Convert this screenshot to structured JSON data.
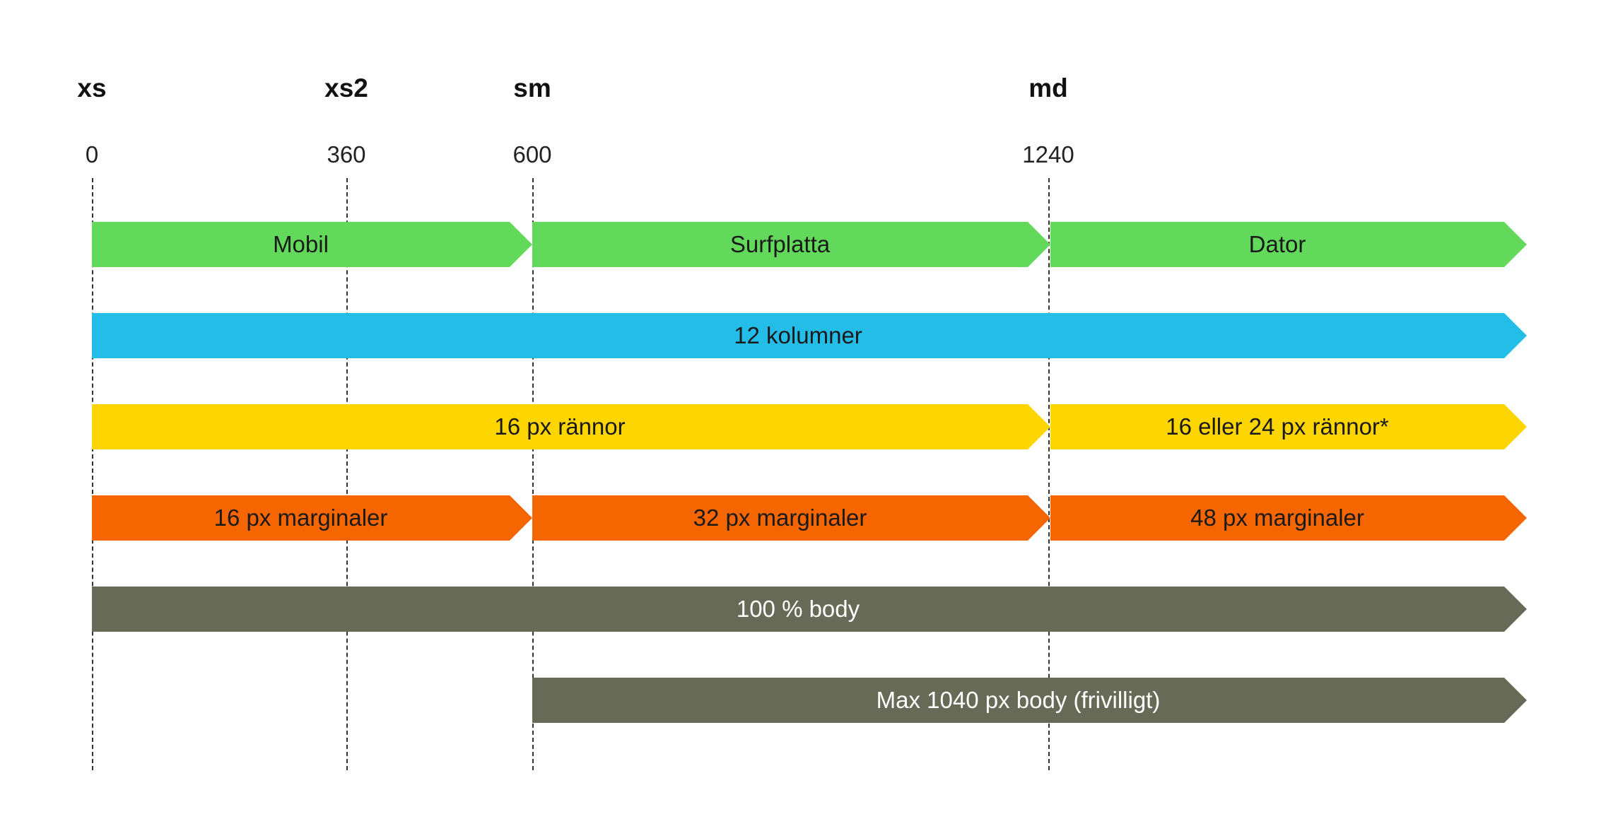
{
  "breakpoints": [
    {
      "name": "xs",
      "value": "0"
    },
    {
      "name": "xs2",
      "value": "360"
    },
    {
      "name": "sm",
      "value": "600"
    },
    {
      "name": "md",
      "value": "1240"
    }
  ],
  "colors": {
    "device": "#63d95c",
    "columns": "#24bde8",
    "gutters": "#fdd500",
    "margins": "#f56500",
    "body": "#686a58"
  },
  "rows": {
    "device": {
      "mobile": "Mobil",
      "tablet": "Surfplatta",
      "desktop": "Dator"
    },
    "columns": {
      "label": "12 kolumner"
    },
    "gutters": {
      "small": "16 px rännor",
      "large": "16 eller 24 px rännor*"
    },
    "margins": {
      "small": "16 px marginaler",
      "medium": "32 px marginaler",
      "large": "48 px marginaler"
    },
    "body": {
      "full": "100 % body",
      "max": "Max 1040 px body (frivilligt)"
    }
  }
}
